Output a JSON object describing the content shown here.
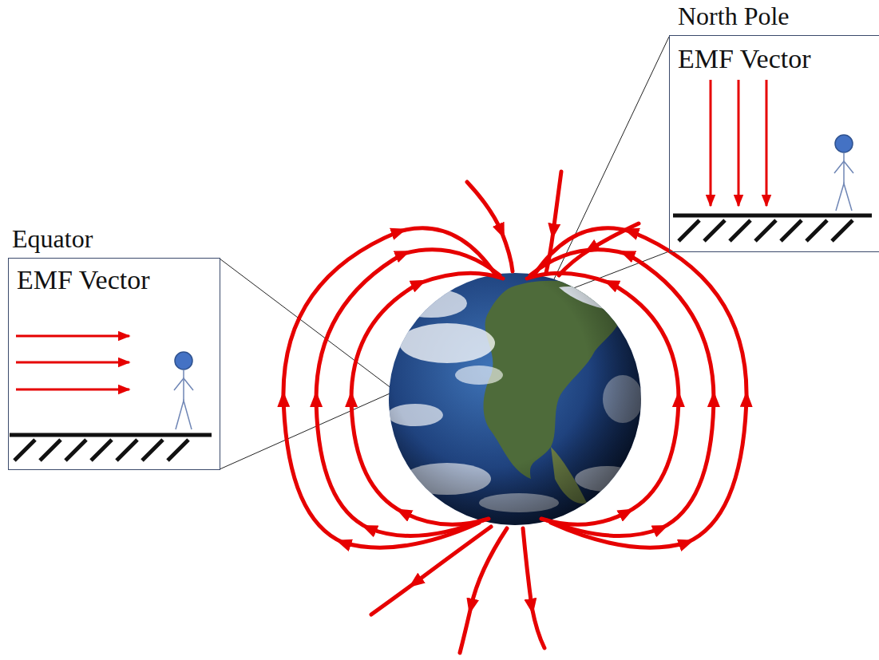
{
  "diagram": {
    "nodes": [
      {
        "text": [
          "North Pole",
          "EMF Vector"
        ]
      },
      {
        "text": [
          "Equator",
          "EMF Vector"
        ]
      }
    ]
  }
}
